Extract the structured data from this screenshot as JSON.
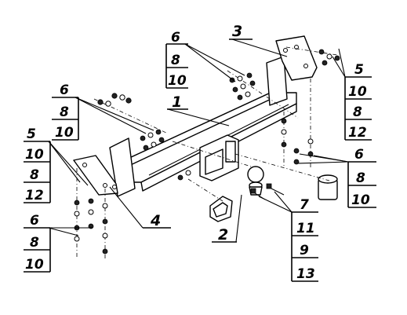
{
  "diagram": {
    "part_labels": {
      "p1": "1",
      "p2": "2",
      "p3": "3",
      "p4": "4"
    },
    "stacks": {
      "top_center": {
        "header": "6",
        "rows": [
          "8",
          "10"
        ]
      },
      "top_right": {
        "header": "5",
        "rows": [
          "10",
          "8",
          "12"
        ]
      },
      "left_upper": {
        "header": "6",
        "rows": [
          "8",
          "10"
        ]
      },
      "left_middle": {
        "header": "5",
        "rows": [
          "10",
          "8",
          "12"
        ]
      },
      "left_lower": {
        "header": "6",
        "rows": [
          "8",
          "10"
        ]
      },
      "right_middle": {
        "header": "6",
        "rows": [
          "8",
          "10"
        ]
      },
      "bottom_right": {
        "header": "7",
        "rows": [
          "11",
          "9",
          "13"
        ]
      }
    }
  }
}
